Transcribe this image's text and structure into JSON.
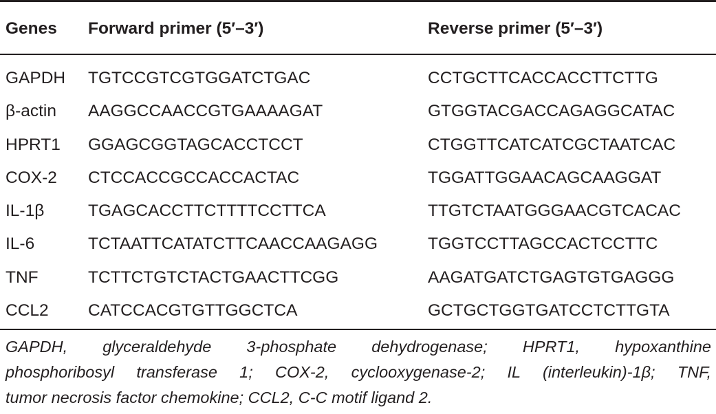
{
  "table": {
    "headers": {
      "genes": "Genes",
      "forward": "Forward primer (5′–3′)",
      "reverse": "Reverse primer (5′–3′)"
    },
    "rows": [
      {
        "gene": "GAPDH",
        "forward": "TGTCCGTCGTGGATCTGAC",
        "reverse": "CCTGCTTCACCACCTTCTTG"
      },
      {
        "gene": "β-actin",
        "forward": "AAGGCCAACCGTGAAAAGAT",
        "reverse": "GTGGTACGACCAGAGGCATAC"
      },
      {
        "gene": "HPRT1",
        "forward": "GGAGCGGTAGCACCTCCT",
        "reverse": "CTGGTTCATCATCGCTAATCAC"
      },
      {
        "gene": "COX-2",
        "forward": "CTCCACCGCCACCACTAC",
        "reverse": "TGGATTGGAACAGCAAGGAT"
      },
      {
        "gene": "IL-1β",
        "forward": "TGAGCACCTTCTTTTCCTTCA",
        "reverse": "TTGTCTAATGGGAACGTCACAC"
      },
      {
        "gene": "IL-6",
        "forward": "TCTAATTCATATCTTCAACCAAGAGG",
        "reverse": "TGGTCCTTAGCCACTCCTTC"
      },
      {
        "gene": "TNF",
        "forward": "TCTTCTGTCTACTGAACTTCGG",
        "reverse": "AAGATGATCTGAGTGTGAGGG"
      },
      {
        "gene": "CCL2",
        "forward": "CATCCACGTGTTGGCTCA",
        "reverse": "GCTGCTGGTGATCCTCTTGTA"
      }
    ]
  },
  "footnote": {
    "line1": "GAPDH, glyceraldehyde 3-phosphate dehydrogenase; HPRT1, hypoxanthine",
    "line2": "phosphoribosyl transferase 1; COX-2, cyclooxygenase-2; IL (interleukin)-1β; TNF,",
    "line3": "tumor necrosis factor chemokine; CCL2, C-C motif ligand 2."
  }
}
